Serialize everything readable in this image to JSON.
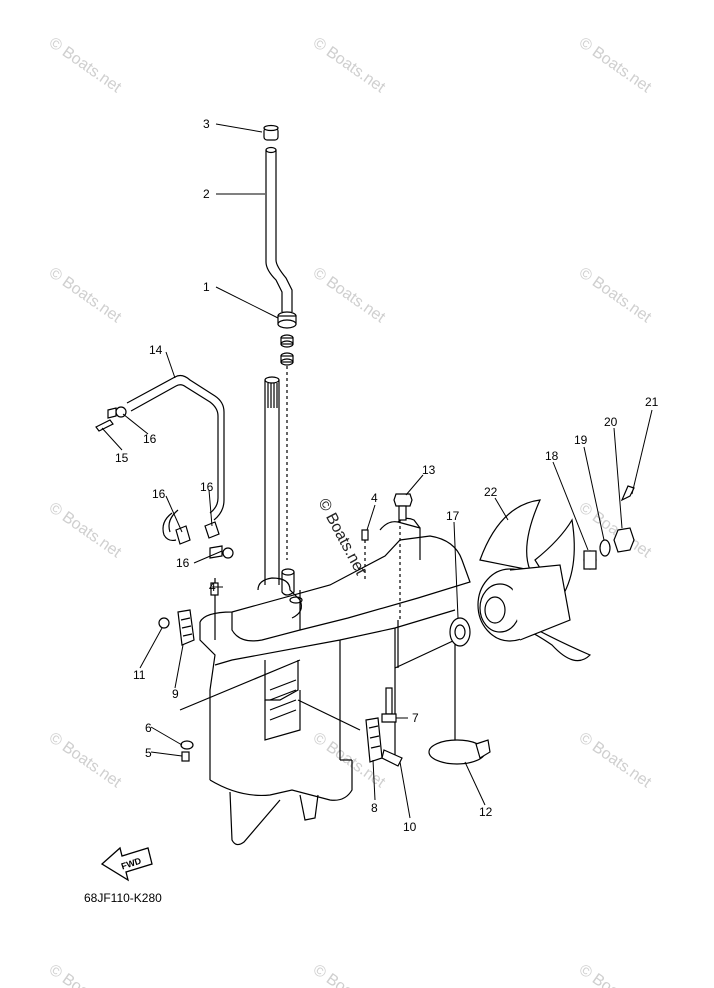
{
  "diagram_code": "68JF110-K280",
  "fwd_label": "FWD",
  "watermark_text": "© Boats.net",
  "callouts": {
    "p1": "1",
    "p2": "2",
    "p3": "3",
    "p4a": "4",
    "p4b": "4",
    "p5": "5",
    "p6": "6",
    "p7": "7",
    "p8": "8",
    "p9": "9",
    "p10": "10",
    "p11": "11",
    "p12": "12",
    "p13": "13",
    "p14": "14",
    "p15": "15",
    "p16a": "16",
    "p16b": "16",
    "p16c": "16",
    "p16d": "16",
    "p17": "17",
    "p18": "18",
    "p19": "19",
    "p20": "20",
    "p21": "21",
    "p22": "22"
  },
  "colors": {
    "line": "#000000",
    "watermark": "#cfcfcf",
    "background": "#ffffff"
  }
}
